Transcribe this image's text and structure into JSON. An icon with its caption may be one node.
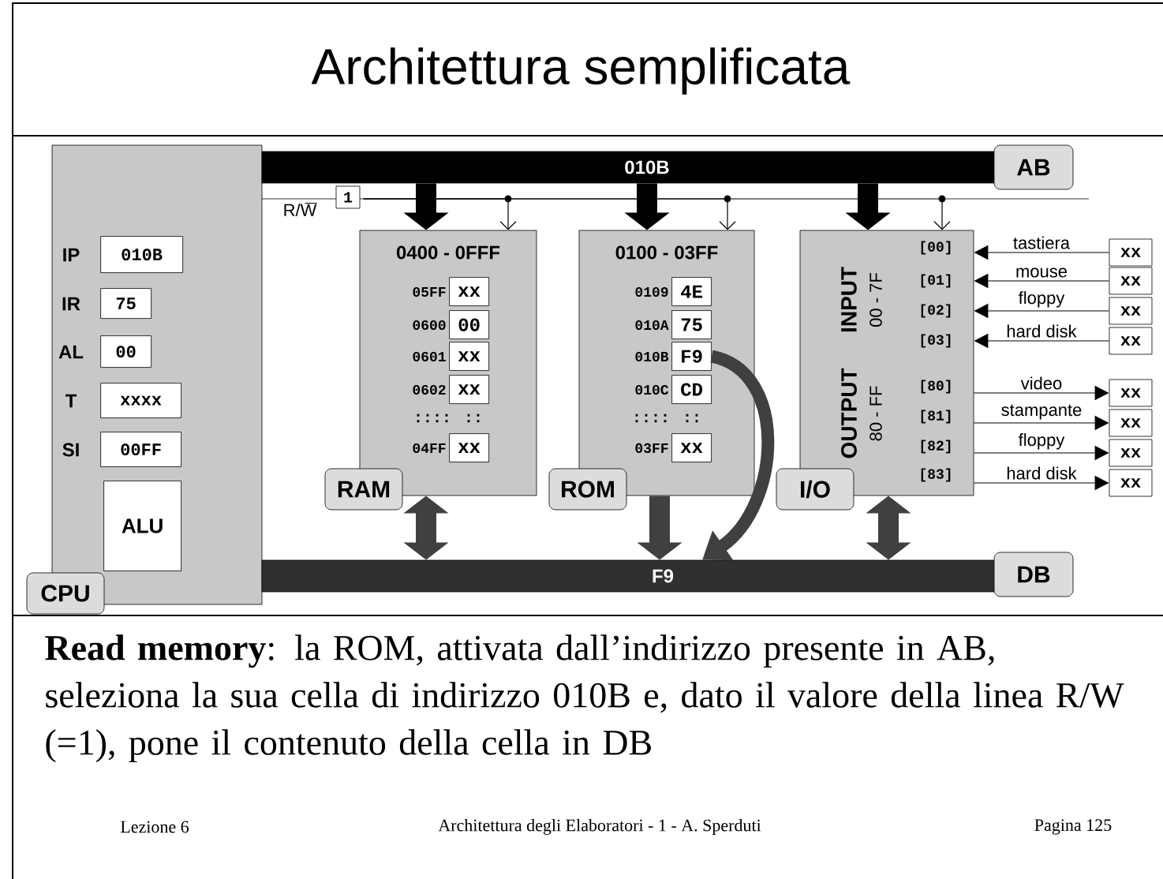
{
  "diagram": {
    "title": "Architettura semplificata",
    "caption": "**Read memory**: la ROM, attivata dall’indirizzo presente in AB, seleziona la sua cella di indirizzo 010B e, dato il valore della linea R/W (=1), pone il contenuto della cella in DB",
    "nodes": [
      {
        "text": [
          "CPU"
        ]
      },
      {
        "text": [
          "010B"
        ],
        "beside": [
          "IP"
        ],
        "in": 0
      },
      {
        "text": [
          "75"
        ],
        "beside": [
          "IR"
        ],
        "in": 0
      },
      {
        "text": [
          "00"
        ],
        "beside": [
          "AL"
        ],
        "in": 0
      },
      {
        "text": [
          "xxxx"
        ],
        "beside": [
          "T"
        ],
        "in": 0
      },
      {
        "text": [
          "00FF"
        ],
        "beside": [
          "SI"
        ],
        "in": 0
      },
      {
        "text": [
          "ALU"
        ],
        "in": 0
      },
      {
        "text": [
          "010B",
          "AB"
        ]
      },
      {
        "text": [
          "R/W",
          "1"
        ]
      },
      {
        "text": [
          "0400 - 0FFF",
          ":::: ::",
          "RAM"
        ]
      },
      {
        "text": [
          "xx"
        ],
        "beside": [
          "05FF"
        ],
        "in": 9
      },
      {
        "text": [
          "00"
        ],
        "beside": [
          "0600"
        ],
        "in": 9
      },
      {
        "text": [
          "xx"
        ],
        "beside": [
          "0601"
        ],
        "in": 9
      },
      {
        "text": [
          "xx"
        ],
        "beside": [
          "0602"
        ],
        "in": 9
      },
      {
        "text": [
          "xx"
        ],
        "beside": [
          "04FF"
        ],
        "in": 9
      },
      {
        "text": [
          "0100 - 03FF",
          ":::: ::",
          "ROM"
        ]
      },
      {
        "text": [
          "4E"
        ],
        "beside": [
          "0109"
        ],
        "in": 15
      },
      {
        "text": [
          "75"
        ],
        "beside": [
          "010A"
        ],
        "in": 15
      },
      {
        "text": [
          "F9"
        ],
        "beside": [
          "010B"
        ],
        "in": 15
      },
      {
        "text": [
          "CD"
        ],
        "beside": [
          "010C"
        ],
        "in": 15
      },
      {
        "text": [
          "xx"
        ],
        "beside": [
          "03FF"
        ],
        "in": 15
      },
      {
        "text": [
          "INPUT",
          "00 - 7F",
          "[00]",
          "[01]",
          "[02]",
          "[03]",
          "OUTPUT",
          "80 - FF",
          "[80]",
          "[81]",
          "[82]",
          "[83]",
          "I/O"
        ]
      },
      {
        "text": [
          "xx"
        ]
      },
      {
        "text": [
          "xx"
        ]
      },
      {
        "text": [
          "xx"
        ]
      },
      {
        "text": [
          "xx"
        ]
      },
      {
        "text": [
          "xx"
        ]
      },
      {
        "text": [
          "xx"
        ]
      },
      {
        "text": [
          "xx"
        ]
      },
      {
        "text": [
          "xx"
        ]
      },
      {
        "text": [
          "F9",
          "DB"
        ]
      }
    ],
    "edges": [
      {
        "from": 7,
        "to": 9,
        "arrow": "to",
        "style": "thick"
      },
      {
        "from": 7,
        "to": 15,
        "arrow": "to",
        "style": "thick"
      },
      {
        "from": 7,
        "to": 21,
        "arrow": "to",
        "style": "thick"
      },
      {
        "from": 8,
        "to": 9,
        "arrow": "to"
      },
      {
        "from": 8,
        "to": 15,
        "arrow": "to"
      },
      {
        "from": 8,
        "to": 21,
        "arrow": "to"
      },
      {
        "from": 9,
        "to": 30,
        "arrow": "both",
        "style": "thick",
        "color": "#404040"
      },
      {
        "from": 15,
        "to": 30,
        "arrow": "to",
        "style": "thick",
        "color": "#404040"
      },
      {
        "from": 21,
        "to": 30,
        "arrow": "both",
        "style": "thick",
        "color": "#404040"
      },
      {
        "from": 18,
        "to": 30,
        "arrow": "to",
        "style": "thick",
        "color": "#404040"
      },
      {
        "from": 22,
        "to": 21,
        "arrow": "to",
        "label": "tastiera"
      },
      {
        "from": 23,
        "to": 21,
        "arrow": "to",
        "label": "mouse"
      },
      {
        "from": 24,
        "to": 21,
        "arrow": "to",
        "label": "floppy"
      },
      {
        "from": 25,
        "to": 21,
        "arrow": "to",
        "label": "hard disk"
      },
      {
        "from": 21,
        "to": 26,
        "arrow": "to",
        "label": "video"
      },
      {
        "from": 21,
        "to": 27,
        "arrow": "to",
        "label": "stampante"
      },
      {
        "from": 21,
        "to": 28,
        "arrow": "to",
        "label": "floppy"
      },
      {
        "from": 21,
        "to": 29,
        "arrow": "to",
        "label": "hard disk"
      }
    ],
    "labels": [
      "Lezione 6",
      "Architettura degli Elaboratori - 1 - A. Sperduti",
      "Pagina 125"
    ]
  }
}
